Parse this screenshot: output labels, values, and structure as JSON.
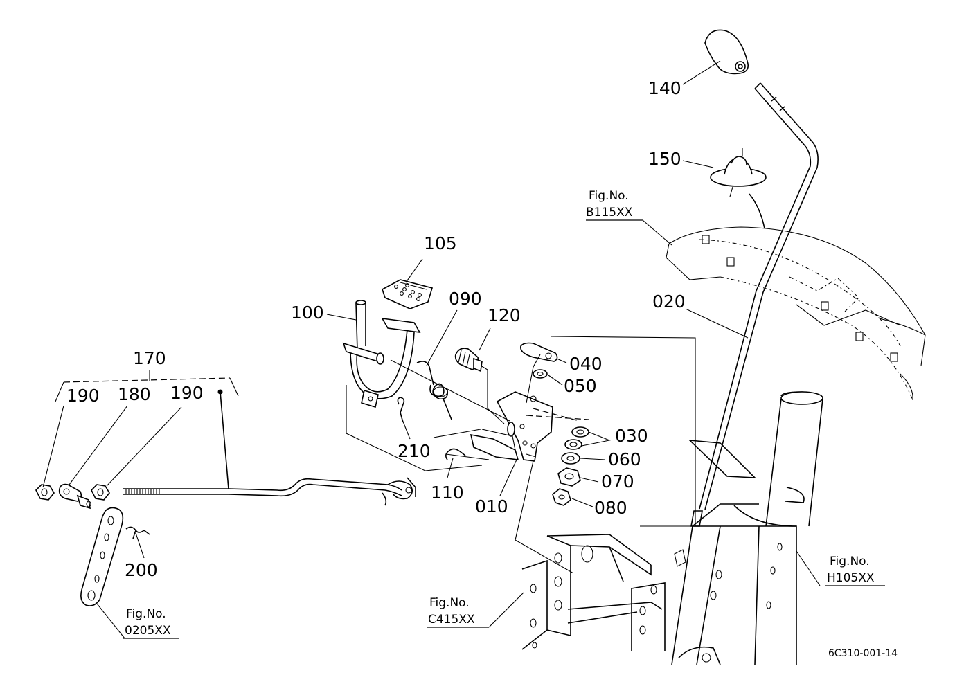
{
  "diagram": {
    "part_labels": {
      "p140": "140",
      "p150": "150",
      "p105": "105",
      "p100": "100",
      "p090": "090",
      "p120": "120",
      "p020": "020",
      "p040": "040",
      "p050": "050",
      "p030": "030",
      "p060": "060",
      "p070": "070",
      "p080": "080",
      "p010": "010",
      "p110": "110",
      "p210": "210",
      "p170": "170",
      "p190a": "190",
      "p180": "180",
      "p190b": "190",
      "p200": "200"
    },
    "figure_refs": {
      "b115_line1": "Fig.No.",
      "b115_line2": "B115XX",
      "h105_line1": "Fig.No.",
      "h105_line2": "H105XX",
      "c415_line1": "Fig.No.",
      "c415_line2": "C415XX",
      "o205_line1": "Fig.No.",
      "o205_line2": "0205XX"
    },
    "drawing_code": "6C310-001-14"
  }
}
